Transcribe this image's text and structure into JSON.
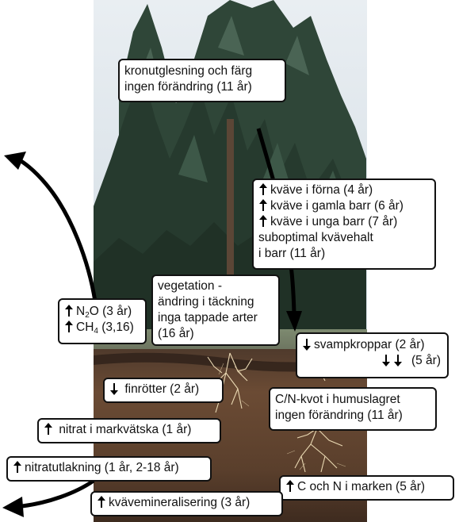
{
  "colors": {
    "sky": "#dfe7ee",
    "canopy_dark": "#24362b",
    "canopy_mid": "#3b5546",
    "soil_top": "#5a4232",
    "soil_mid": "#6a4a33",
    "soil_deep": "#4a3324",
    "box_border": "#111111",
    "arrow": "#000000"
  },
  "icons": {
    "up": "arrow-up-icon",
    "down": "arrow-down-icon"
  },
  "labels": {
    "crown": {
      "line1": "kronutglesning och färg",
      "line2": "ingen förändring (11 år)"
    },
    "needles": {
      "line1": "kväve i förna (4 år)",
      "line2": "kväve i gamla barr (6 år)",
      "line3": "kväve i unga barr (7 år)",
      "line4": "suboptimal kvävehalt",
      "line5": "i barr (11 år)"
    },
    "vegetation": {
      "line1": "vegetation -",
      "line2": "ändring i täckning",
      "line3": "inga tappade arter",
      "line4": "(16 år)"
    },
    "gas": {
      "n2o_pre": "N",
      "n2o_sub": "2",
      "n2o_post": "O (3 år)",
      "ch4_pre": "CH",
      "ch4_sub": "4",
      "ch4_post": " (3,16)"
    },
    "fungi": {
      "line1": "svampkroppar (2 år)",
      "line2": "(5 år)"
    },
    "fineroots": {
      "text": "finrötter (2 år)"
    },
    "cn_ratio": {
      "line1": "C/N-kvot i humuslagret",
      "line2": "ingen förändring (11 år)"
    },
    "nitrate_soil": {
      "text": "nitrat i markvätska (1 år)"
    },
    "leaching": {
      "text": "nitratutlakning (1 år, 2-18 år)"
    },
    "c_and_n": {
      "text": "C och N i marken (5 år)"
    },
    "mineralization": {
      "text": "kvävemineralisering (3 år)"
    }
  }
}
